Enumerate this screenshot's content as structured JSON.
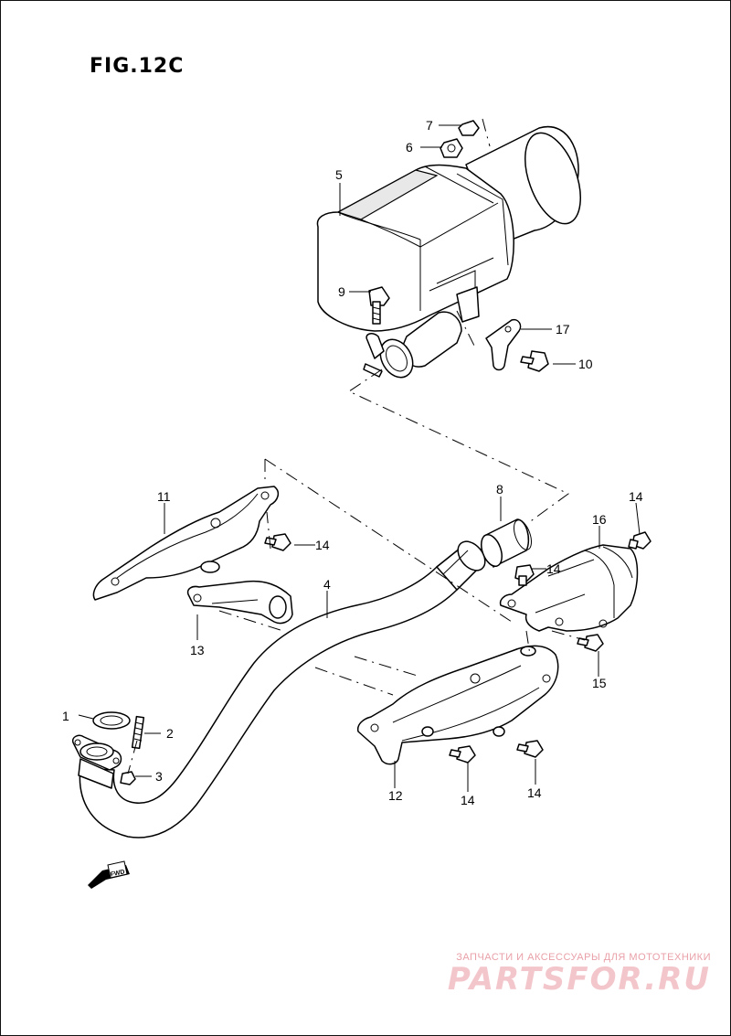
{
  "figure": {
    "title": "FIG.12C",
    "fwd_label": "FWD"
  },
  "callouts": [
    {
      "id": "c1",
      "label": "1"
    },
    {
      "id": "c2",
      "label": "2"
    },
    {
      "id": "c3",
      "label": "3"
    },
    {
      "id": "c4",
      "label": "4"
    },
    {
      "id": "c5",
      "label": "5"
    },
    {
      "id": "c6",
      "label": "6"
    },
    {
      "id": "c7",
      "label": "7"
    },
    {
      "id": "c8",
      "label": "8"
    },
    {
      "id": "c9",
      "label": "9"
    },
    {
      "id": "c10",
      "label": "10"
    },
    {
      "id": "c11",
      "label": "11"
    },
    {
      "id": "c12",
      "label": "12"
    },
    {
      "id": "c13",
      "label": "13"
    },
    {
      "id": "c14a",
      "label": "14"
    },
    {
      "id": "c14b",
      "label": "14"
    },
    {
      "id": "c14c",
      "label": "14"
    },
    {
      "id": "c14d",
      "label": "14"
    },
    {
      "id": "c14e",
      "label": "14"
    },
    {
      "id": "c15",
      "label": "15"
    },
    {
      "id": "c16",
      "label": "16"
    },
    {
      "id": "c17",
      "label": "17"
    }
  ],
  "watermark": {
    "subtitle": "ЗАПЧАСТИ И АКСЕССУАРЫ ДЛЯ МОТОТЕХНИКИ",
    "brand": "PARTSFOR.RU"
  }
}
